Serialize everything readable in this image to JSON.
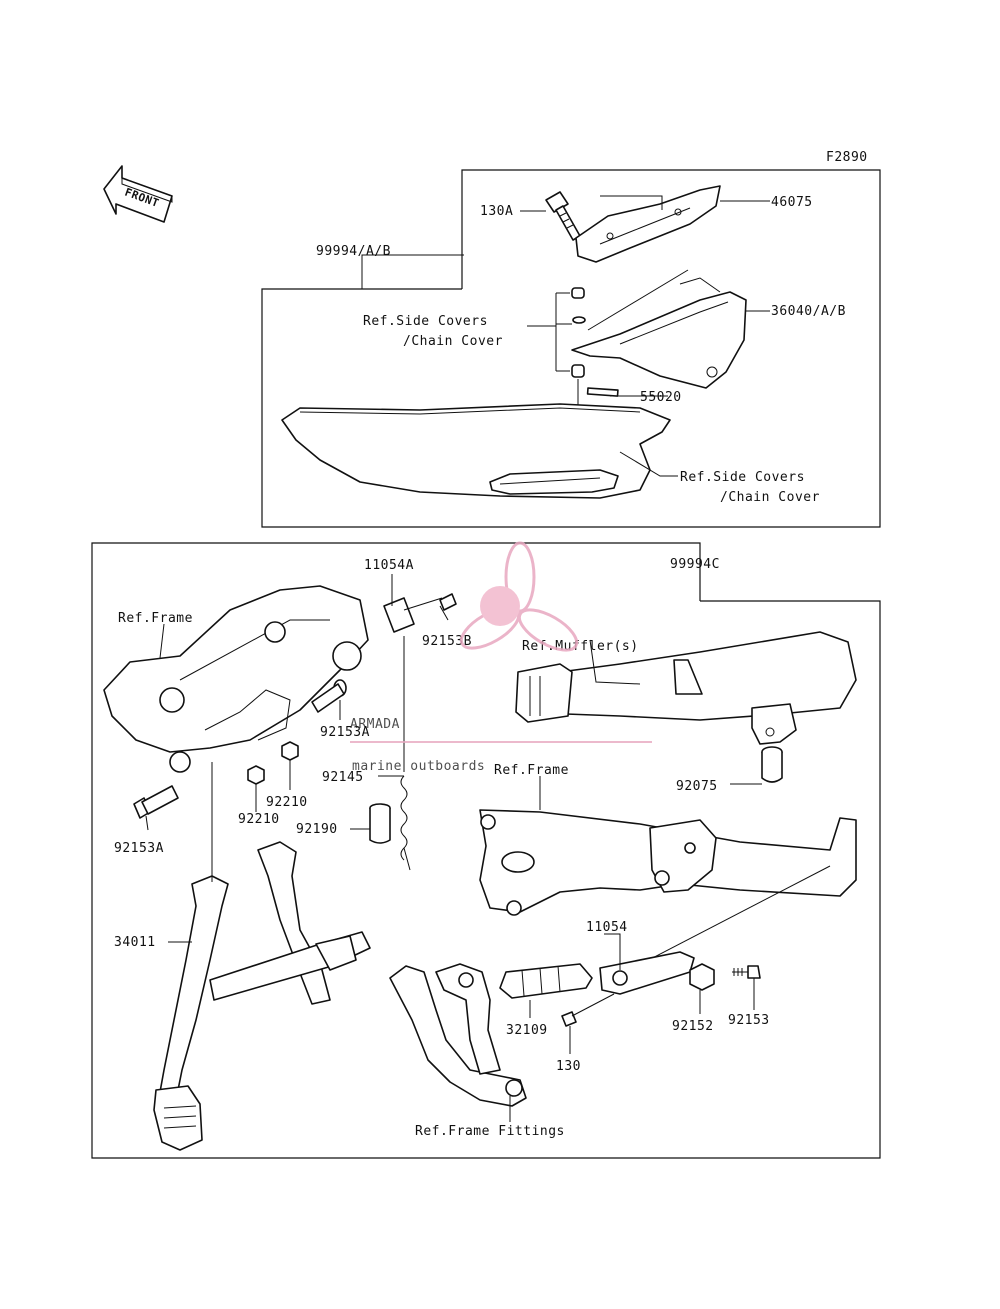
{
  "figure_code": "F2890",
  "front_marker": "FRONT",
  "watermark": {
    "brand": "ARMADA",
    "tagline": "marine outboards",
    "color": "#e8a8c0"
  },
  "labels": {
    "l_130A": "130A",
    "l_46075": "46075",
    "l_99994AB": "99994/A/B",
    "l_36040AB": "36040/A/B",
    "l_ref_side_1a": "Ref.Side Covers",
    "l_ref_side_1b": "/Chain Cover",
    "l_55020": "55020",
    "l_ref_side_2a": "Ref.Side Covers",
    "l_ref_side_2b": "/Chain Cover",
    "l_11054A": "11054A",
    "l_99994C": "99994C",
    "l_ref_frame_1": "Ref.Frame",
    "l_92153B": "92153B",
    "l_ref_muffler": "Ref.Muffler(s)",
    "l_92153A_1": "92153A",
    "l_92145": "92145",
    "l_ref_frame_2": "Ref.Frame",
    "l_92075": "92075",
    "l_92210_1": "92210",
    "l_92210_2": "92210",
    "l_92190": "92190",
    "l_92153A_2": "92153A",
    "l_34011": "34011",
    "l_11054": "11054",
    "l_32109": "32109",
    "l_92152": "92152",
    "l_92153": "92153",
    "l_130": "130",
    "l_ref_frame_fittings": "Ref.Frame Fittings"
  }
}
